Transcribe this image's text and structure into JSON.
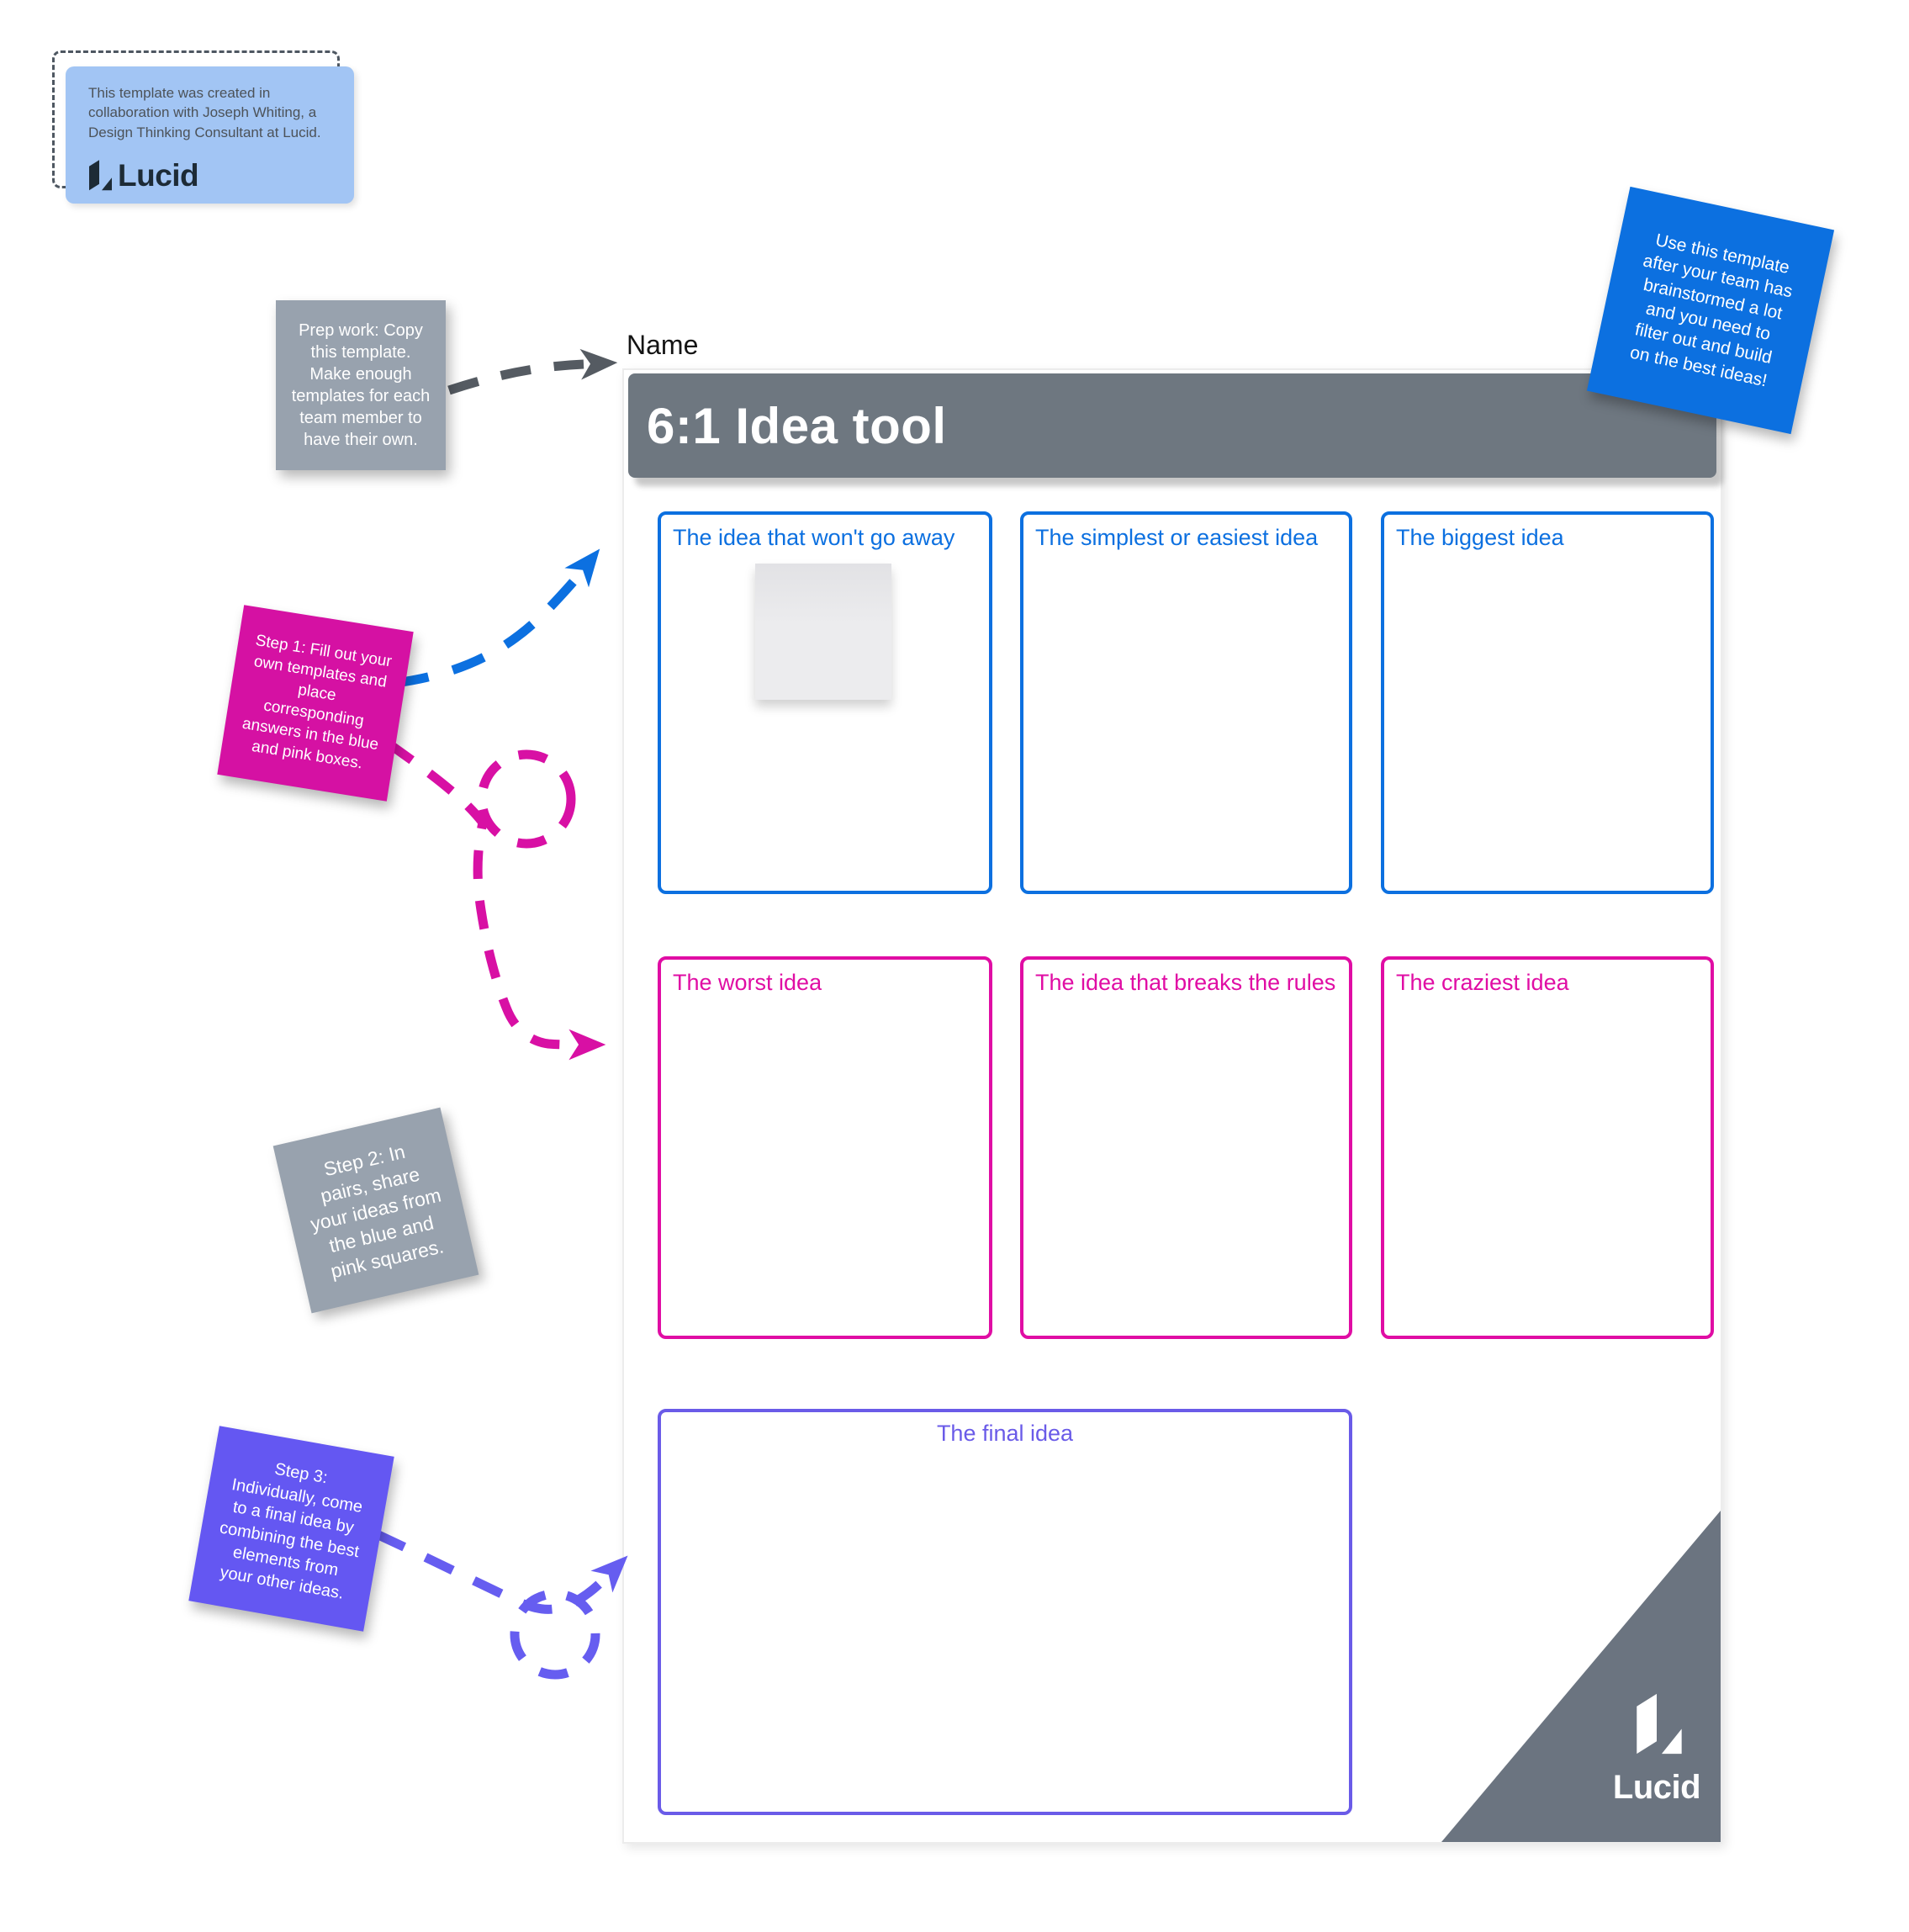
{
  "colors": {
    "blue": "#0c70e0",
    "pink": "#e00da4",
    "pink_sticky": "#d511a3",
    "violet": "#6a5be8",
    "violet_sticky": "#6457f2",
    "slate_header": "#6e7780",
    "gray_sticky": "#98a2ae",
    "light_blue_card": "#a2c5f4",
    "lucid_navy": "#1d2b36",
    "arrow_dark": "#555b62"
  },
  "attribution": {
    "text": "This template was created in\ncollaboration with Joseph Whiting, a\nDesign Thinking Consultant at Lucid.",
    "logo": "Lucid"
  },
  "notes": {
    "use_template": "Use this template\nafter your team has\nbrainstormed a lot\nand you need to\nfilter out and build\non the best ideas!",
    "prep": "Prep work: Copy\nthis template.\nMake enough\ntemplates for each\nteam member to\nhave their own.",
    "step1": "Step 1: Fill out your\nown templates and\nplace\ncorresponding\nanswers in the blue\nand pink boxes.",
    "step2": "Step 2: In\npairs, share\nyour ideas from\nthe blue and\npink squares.",
    "step3": "Step 3:\nIndividually, come\nto a final idea by\ncombining the best\nelements from\nyour other ideas."
  },
  "board": {
    "name_label": "Name",
    "title": "6:1 Idea tool",
    "blue_boxes": [
      {
        "label": "The idea that won't go away"
      },
      {
        "label": "The simplest or easiest idea"
      },
      {
        "label": "The biggest idea"
      }
    ],
    "pink_boxes": [
      {
        "label": "The worst idea"
      },
      {
        "label": "The idea that breaks the rules"
      },
      {
        "label": "The craziest idea"
      }
    ],
    "final_box": {
      "label": "The final idea"
    },
    "footer_logo": "Lucid"
  }
}
